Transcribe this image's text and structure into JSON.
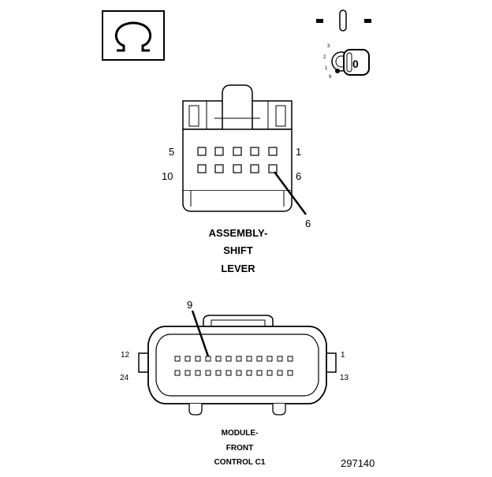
{
  "ohm_symbol": "Ω",
  "key_switch": {
    "positions": [
      "3",
      "2",
      "1",
      "9"
    ],
    "key_label": "0"
  },
  "shift_lever_connector": {
    "pin_labels": {
      "top_left": "5",
      "top_right": "1",
      "bottom_left": "10",
      "bottom_right": "6"
    },
    "callout": "6",
    "caption": [
      "ASSEMBLY-",
      "SHIFT",
      "LEVER"
    ]
  },
  "front_control_module_connector": {
    "pin_labels": {
      "top_left": "12",
      "top_right": "1",
      "bottom_left": "24",
      "bottom_right": "13"
    },
    "callout": "9",
    "caption": [
      "MODULE-",
      "FRONT",
      "CONTROL C1"
    ]
  },
  "figure_number": "297140"
}
